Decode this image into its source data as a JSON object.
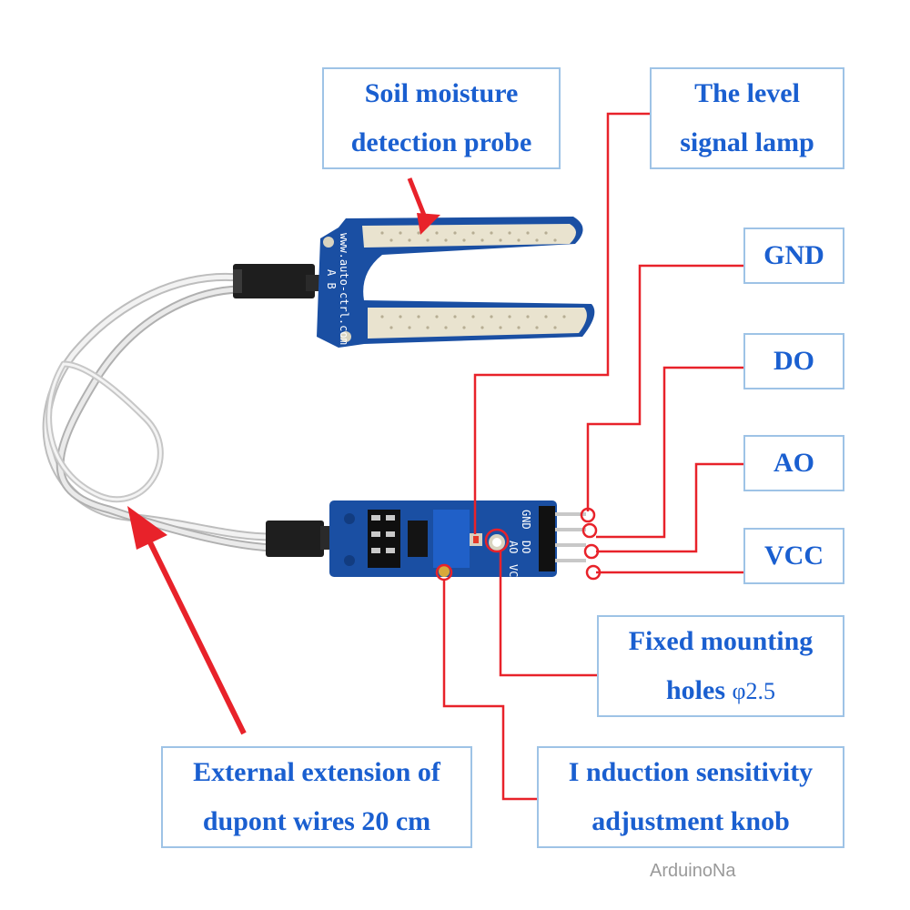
{
  "callouts": {
    "probe": {
      "line1": "Soil moisture",
      "line2": "detection probe"
    },
    "lamp": {
      "line1": "The level",
      "line2": "signal lamp"
    },
    "gnd": "GND",
    "do": "DO",
    "ao": "AO",
    "vcc": "VCC",
    "holes": {
      "line1": "Fixed mounting",
      "line2": "holes",
      "size": "φ2.5"
    },
    "knob": {
      "line1": "I nduction sensitivity",
      "line2": "adjustment knob"
    },
    "wires": {
      "line1": "External extension of",
      "line2": "dupont wires 20 cm"
    }
  },
  "probe_board": {
    "url": "www.auto-ctrl.com",
    "pins": "A B"
  },
  "module_board": {
    "pin_labels": [
      "GND",
      "DO",
      "AO",
      "VCC"
    ]
  },
  "watermark": "ArduinoNa",
  "colors": {
    "callout_text": "#1a5fd0",
    "callout_border": "#9ec3e6",
    "leader_line": "#e8222a",
    "pcb": "#1a4fa3"
  }
}
